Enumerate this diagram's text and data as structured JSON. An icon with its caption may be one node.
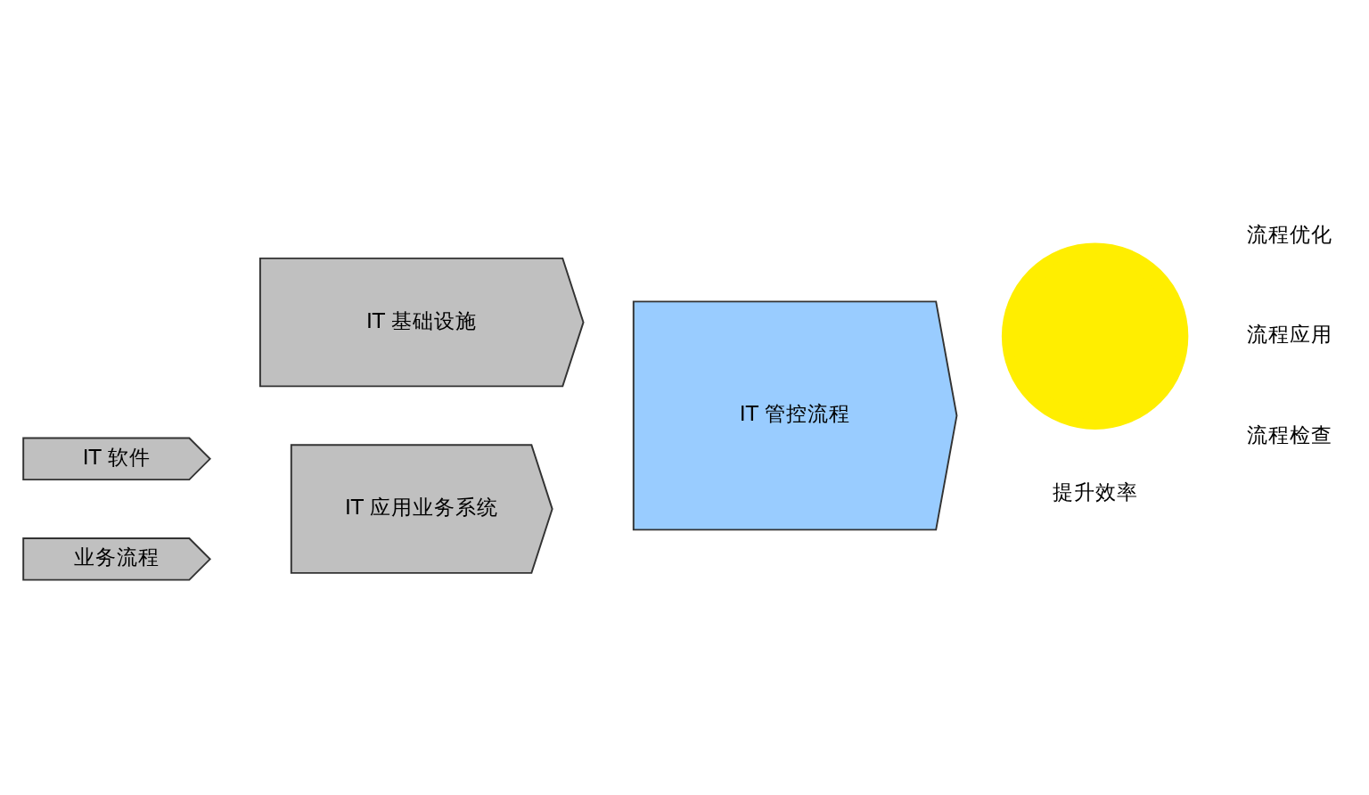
{
  "diagram": {
    "nodes": [
      {
        "text": [
          "IT 基础设施"
        ]
      },
      {
        "text": [
          "IT 软件"
        ]
      },
      {
        "text": [
          "业务流程"
        ]
      },
      {
        "text": [
          "IT 应用业务系统"
        ]
      },
      {
        "text": [
          "IT 管控流程"
        ]
      },
      {
        "text": [],
        "shape": "circle",
        "beside": [
          "流程优化",
          "流程应用",
          "流程检查"
        ]
      }
    ],
    "edges": [],
    "labels": [
      "提升效率"
    ]
  }
}
